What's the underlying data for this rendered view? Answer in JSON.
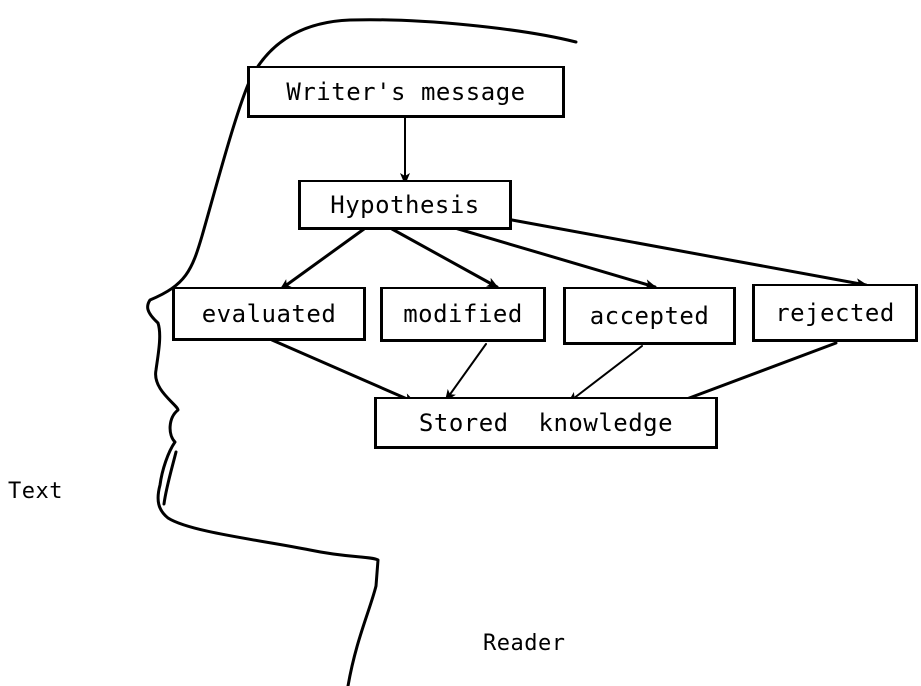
{
  "diagram": {
    "nodes": {
      "writer_message": "Writer's message",
      "hypothesis": "Hypothesis",
      "evaluated": "evaluated",
      "modified": "modified",
      "accepted": "accepted",
      "rejected": "rejected",
      "stored_knowledge": "Stored  knowledge"
    },
    "labels": {
      "text": "Text",
      "reader": "Reader"
    }
  },
  "colors": {
    "ink": "#000000",
    "background": "#ffffff"
  }
}
